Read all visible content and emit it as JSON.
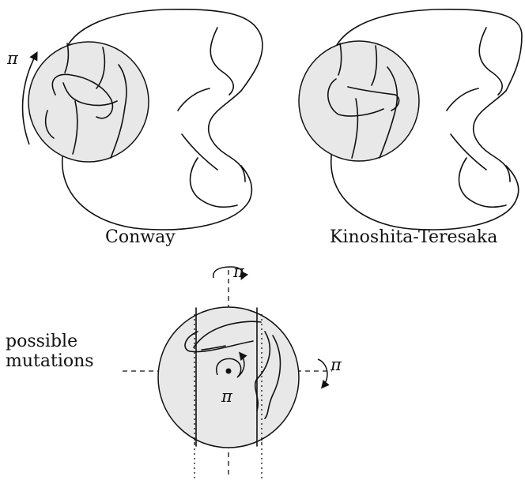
{
  "labels": {
    "left_knot": "Conway",
    "right_knot": "Kinoshita-Teresaka",
    "mutations_line1": "possible",
    "mutations_line2": "mutations"
  },
  "symbols": {
    "rotation_top_left": "π",
    "rotation_vertical_axis": "π",
    "rotation_horizontal_axis": "π",
    "rotation_center": "π"
  },
  "colors": {
    "disk_fill": "#e8e8e8",
    "stroke": "#111111",
    "background": "#ffffff"
  }
}
